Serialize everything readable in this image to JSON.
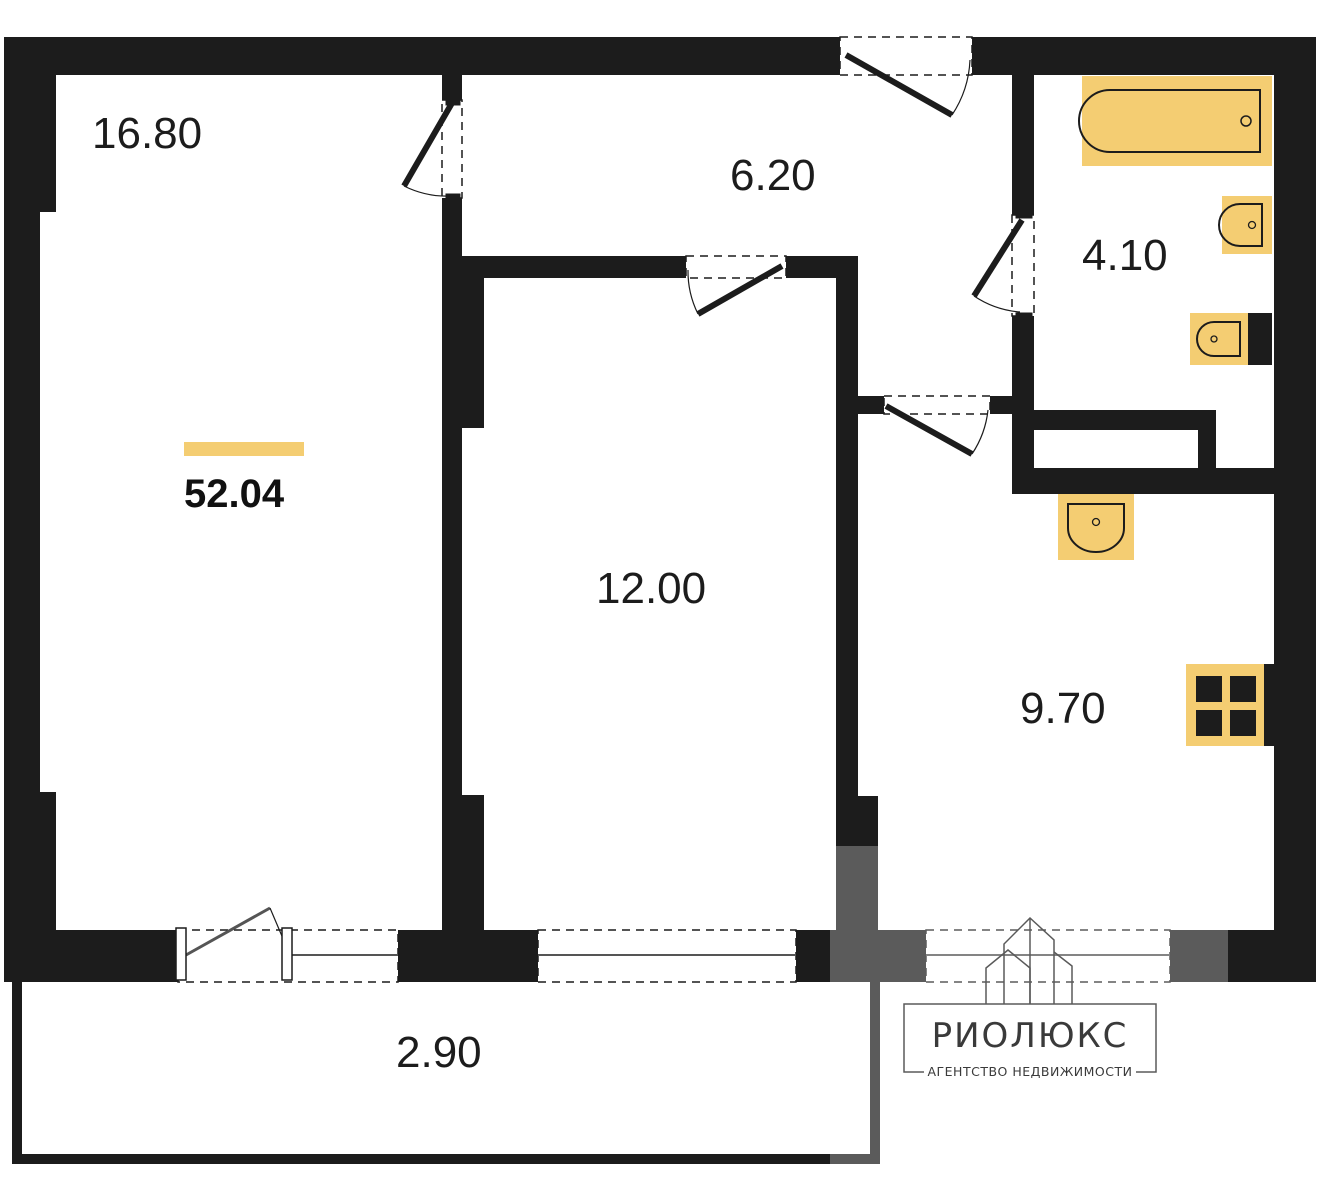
{
  "plan": {
    "total_area": "52.04",
    "rooms": {
      "living_room": "16.80",
      "hallway": "6.20",
      "bathroom": "4.10",
      "bedroom": "12.00",
      "kitchen": "9.70",
      "balcony": "2.90"
    }
  },
  "watermark": {
    "name": "РИОЛЮКС",
    "subtitle": "АГЕНТСТВО НЕДВИЖИМОСТИ"
  },
  "colors": {
    "wall": "#1c1c1c",
    "fixture": "#f4cd72",
    "accent": "#f4cd72",
    "watermark": "#7a7a7a"
  }
}
